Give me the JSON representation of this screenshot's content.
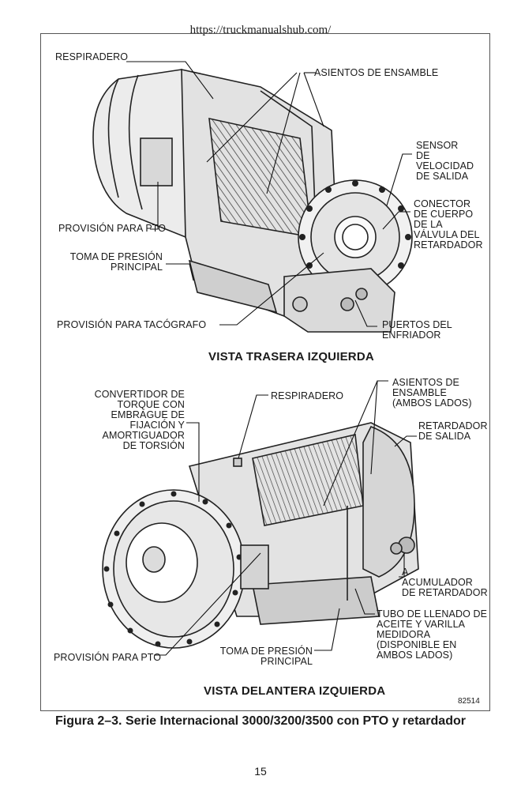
{
  "header": {
    "url": "https://truckmanualshub.com/"
  },
  "top_view": {
    "title": "VISTA TRASERA IZQUIERDA",
    "labels": {
      "respiradero": "RESPIRADERO",
      "asientos": "ASIENTOS DE ENSAMBLE",
      "sensor": [
        "SENSOR",
        "DE",
        "VELOCIDAD",
        "DE SALIDA"
      ],
      "conector": [
        "CONECTOR",
        "DE CUERPO",
        "DE LA",
        "VÁLVULA DEL",
        "RETARDADOR"
      ],
      "pto": "PROVISIÓN PARA PTO",
      "toma": [
        "TOMA DE PRESIÓN",
        "PRINCIPAL"
      ],
      "tacografo": "PROVISIÓN PARA TACÓGRAFO",
      "puertos": [
        "PUERTOS DEL",
        "ENFRIADOR"
      ]
    }
  },
  "bottom_view": {
    "title": "VISTA DELANTERA IZQUIERDA",
    "labels": {
      "convertidor": [
        "CONVERTIDOR DE",
        "TORQUE CON",
        "EMBRAGUE DE",
        "FIJACIÓN Y",
        "AMORTIGUADOR",
        "DE TORSIÓN"
      ],
      "respiradero": "RESPIRADERO",
      "asientos": [
        "ASIENTOS DE",
        "ENSAMBLE",
        "(AMBOS LADOS)"
      ],
      "retardador": [
        "RETARDADOR",
        "DE SALIDA"
      ],
      "acumulador": [
        "A",
        "ACUMULADOR",
        "DE RETARDADOR"
      ],
      "tubo": [
        "TUBO DE LLENADO DE",
        "ACEITE Y VARILLA",
        "MEDIDORA",
        "(DISPONIBLE EN",
        "AMBOS LADOS)"
      ],
      "toma": [
        "TOMA DE PRESIÓN",
        "PRINCIPAL"
      ],
      "pto": "PROVISIÓN PARA PTO"
    },
    "figure_code": "82514"
  },
  "caption": "Figura 2–3.  Serie Internacional 3000/3200/3500 con PTO y retardador",
  "page_number": "15"
}
